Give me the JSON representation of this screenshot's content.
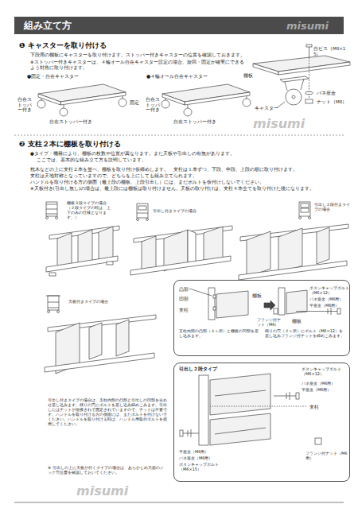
{
  "diagram": {
    "title": "組み立て方",
    "nodes": [
      {
        "text": [
          "凸部",
          "凹部",
          "支柱",
          "棚板",
          "ボタンキャップボルト（M6×12）",
          "バネ座金（M6用）",
          "平座金（M6用）",
          "フランジ付ナット（M6）",
          "棚板",
          "支柱内部の凸部（４ヶ所）と棚板の凹部を差し込みます。",
          "残りの穴（２ヶ所）にボルト（M6×12）を差し込みフランジ付ナットを締めこみます。"
        ]
      },
      {
        "text": [
          "引出し２段タイプ",
          "ボタンキャップボルト（M6×12）",
          "バネ座金（M6用）",
          "平座金（M6用）",
          "支柱",
          "フランジ付ナット（M6用）",
          "平座金（M6用）",
          "バネ座金（M6用）",
          "ボタンキャップボルト（M6×15）"
        ]
      }
    ],
    "labels": [
      "misumi",
      "❶ キャスターを取り付ける",
      "下段用の棚板にキャスターを取り付けます。ストッパー付きキャスターの位置を確認しておきます。",
      "※ストッパー付きキャスターは、４輪オール自在キャスター設定の場合、旋回・固定が確実にできるよう対角に取り付けます。",
      "自ビス（M8×15）",
      "棚板",
      "キャスター",
      "バネ座金",
      "ナット（M8）",
      "●固定・自在キャスター",
      "●４輪オール自在キャスター",
      "自在ストッパー付き",
      "固定",
      "自在ストッパー付き",
      "自在ストッパー付き",
      "自在ストッパー付き",
      "❷ 支柱２本に棚板を取り付ける",
      "●タイプ・機種により、棚板の枚数や位置が異なります。また天板や引出しの有無があります。",
      "ここでは、基本的な組み立て方を説明しています。",
      "枕木などの上に支柱２本を並べ、棚板を取り付け仮締めします。　支柱は１本ずつ、下段、中段、上段の順に取り付けます。",
      "支柱は天地対称となっていますので、どちらを上にしても組み立てられます。",
      "ハンドルを取り付ける方の側面（最上段の棚板、上段引出し）には、まだボルトを仮付けしないでください。",
      "※天板付き(引出し無し)の場合は、最上段には棚板は取り付けません。天板の取り付けは、支柱４本全てを取り付けた後になります。",
      "棚板３段タイプの場合（２段タイプの時は、上下のみの仕様となります。）",
      "引出し付きタイプの場合",
      "引出し２段付きタイプの場合",
      "天板付きタイプの場合",
      "引出し付きタイプの場合は、支柱内部の凸部と引出しの凹部を合わせ差し込みます。残りの穴にボルトを差し込み締めこみます。引出しにはナットが溶接されて固定されていますので、ナットは不要です。ハンドルを取り付ける方の側面には、まだボルトを付けないでください。ハンドルを取り付ける時は、ハンドル用取付ボルトを使用してください。",
      "※ 引出しの上に天板が付くタイプの場合は、あらかじめ天面のノック穴位置を確認しておいてください。",
      "misumi",
      "misumi"
    ]
  }
}
